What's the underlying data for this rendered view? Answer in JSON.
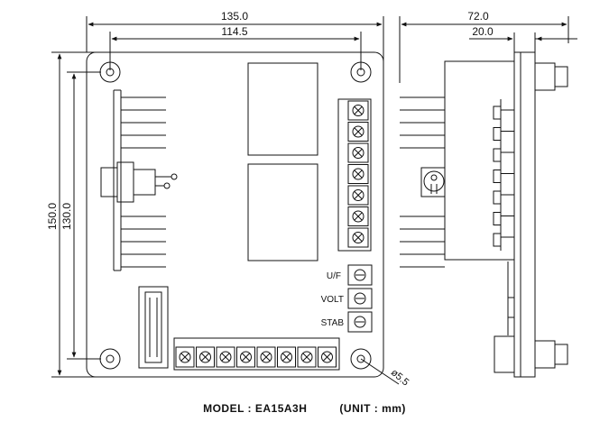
{
  "dimensions": {
    "overall_width": "135.0",
    "hole_spacing_width": "114.5",
    "overall_height": "150.0",
    "hole_spacing_height": "130.0",
    "depth": "72.0",
    "plate_thickness": "20.0",
    "hole_diameter": "ø5.5"
  },
  "labels": {
    "uf": "U/F",
    "volt": "VOLT",
    "stab": "STAB"
  },
  "caption": {
    "model": "MODEL : EA15A3H",
    "unit": "(UNIT : mm)"
  }
}
